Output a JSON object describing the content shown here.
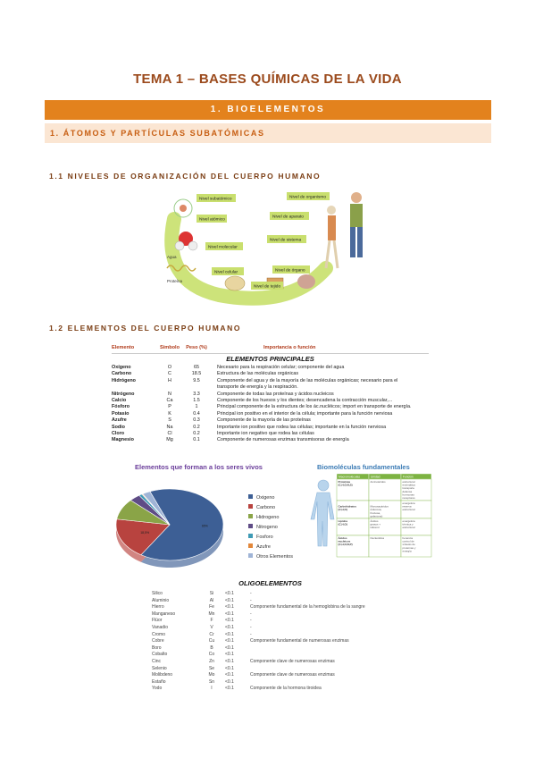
{
  "title": "TEMA 1 – BASES QUÍMICAS DE LA VIDA",
  "section": "1. BIOELEMENTOS",
  "subsection": "1. ÁTOMOS Y PARTÍCULAS SUBATÓMICAS",
  "h1_1": "1.1 NIVELES DE ORGANIZACIÓN DEL CUERPO HUMANO",
  "h1_2": "1.2 ELEMENTOS DEL CUERPO HUMANO",
  "levels": {
    "subatomic": "Nivel subatómico",
    "atomic": "Nivel atómico",
    "molecular": "Nivel molecular",
    "cellular": "Nivel celular",
    "tissue": "Nivel de tejido",
    "organ": "Nivel de órgano",
    "system": "Nivel de sistema",
    "apparatus": "Nivel de aparato",
    "organism": "Nivel de organismo",
    "water": "Agua",
    "protein": "Proteína"
  },
  "elements": {
    "headers": [
      "Elemento",
      "Símbolo",
      "Peso (%)",
      "Importancia o función"
    ],
    "subheader": "ELEMENTOS PRINCIPALES",
    "rows": [
      [
        "Oxígeno",
        "O",
        "65",
        "Necesario para la respiración celular; componente del agua"
      ],
      [
        "Carbono",
        "C",
        "18.5",
        "Estructura de las moléculas orgánicas"
      ],
      [
        "Hidrógeno",
        "H",
        "9.5",
        "Componente del agua y de la mayoría de las moléculas orgánicas; necesario para el"
      ],
      [
        "",
        "",
        "",
        "transporte de energía y la respiración."
      ],
      [
        "Nitrógeno",
        "N",
        "3.3",
        "Componente de todas las proteínas y ácidos nucleicos"
      ],
      [
        "Calcio",
        "Ca",
        "1.5",
        "Componente de los huesos y los dientes; desencadena la contracción muscular,..."
      ],
      [
        "Fósforo",
        "P",
        "1",
        "Principal componente de la estructura de los ác.nucléicos; import en transporte de energía."
      ],
      [
        "Potasio",
        "K",
        "0.4",
        "Principal ion positivo en el interior de la célula; importante para la función nerviosa"
      ],
      [
        "Azufre",
        "S",
        "0.3",
        "Componente de la mayoría de las proteínas"
      ],
      [
        "Sodio",
        "Na",
        "0.2",
        "Importante ion positivo que rodea las células; importante en la función nerviosa"
      ],
      [
        "Cloro",
        "Cl",
        "0.2",
        "Importante ion negativo que rodea las células"
      ],
      [
        "Magnesio",
        "Mg",
        "0.1",
        "Componente de numerosas enzimas transmisoras de energía"
      ]
    ]
  },
  "pie": {
    "title": "Elementos que forman a los seres vivos",
    "slice_labels": [
      "65%",
      "18,5%"
    ],
    "legend": [
      "Oxigeno",
      "Carbono",
      "Hidrogeno",
      "Nitrogeno",
      "Fosforo",
      "Azufre",
      "Otros Elementos"
    ],
    "colors": [
      "#3d5f95",
      "#b8433f",
      "#8aa447",
      "#5f4c86",
      "#3e9ab5",
      "#e2873a",
      "#9fb4d6"
    ]
  },
  "biomol": {
    "title": "Biomoléculas fundamentales",
    "headers": [
      "Macromoléculas",
      "Unidad",
      "Función"
    ],
    "rows": [
      [
        "Proteínas (C,H,O,N,S)",
        "Aminoácidos",
        "estructural enzimática transporte defensa hormonas receptores"
      ],
      [
        "Carbohidratos (C,H,O)",
        "Monosacáridos (Glucosa, fructosa, galactosa)",
        "energética reserva estructural"
      ],
      [
        "Lípidos (C,H,O)",
        "Ácidos grasos + Glicerol",
        "energética térmica y estructural"
      ],
      [
        "Ácidos nucleicos (C,H,O,N,P)",
        "Nucleótidos",
        "herencia control de síntesis de proteínas y energía"
      ]
    ]
  },
  "oligo": {
    "title": "OLIGOELEMENTOS",
    "rows": [
      [
        "Silico",
        "Si",
        "<0.1",
        "-"
      ],
      [
        "Aluminio",
        "Al",
        "<0.1",
        "-"
      ],
      [
        "Hierro",
        "Fe",
        "<0.1",
        "Componente fundamental de la hemoglobina de la sangre"
      ],
      [
        "Manganeso",
        "Mn",
        "<0.1",
        "-"
      ],
      [
        "Flúor",
        "F",
        "<0.1",
        "-"
      ],
      [
        "Vanadio",
        "V",
        "<0.1",
        "-"
      ],
      [
        "Cromo",
        "Cr",
        "<0.1",
        "-"
      ],
      [
        "Cobre",
        "Cu",
        "<0.1",
        "Componente fundamental de numerosas enzimas"
      ],
      [
        "Boro",
        "B",
        "<0.1",
        ""
      ],
      [
        "Cobalto",
        "Co",
        "<0.1",
        ""
      ],
      [
        "Cinc",
        "Zn",
        "<0.1",
        "Componente clave de numerosas enzimas"
      ],
      [
        "Selenio",
        "Se",
        "<0.1",
        ""
      ],
      [
        "Molibdeno",
        "Mo",
        "<0.1",
        "Componente clave de numerosas enzimas"
      ],
      [
        "Estaño",
        "Sn",
        "<0.1",
        ""
      ],
      [
        "Yodo",
        "I",
        "<0.1",
        "Componente de la hormona tiroidea"
      ]
    ]
  }
}
